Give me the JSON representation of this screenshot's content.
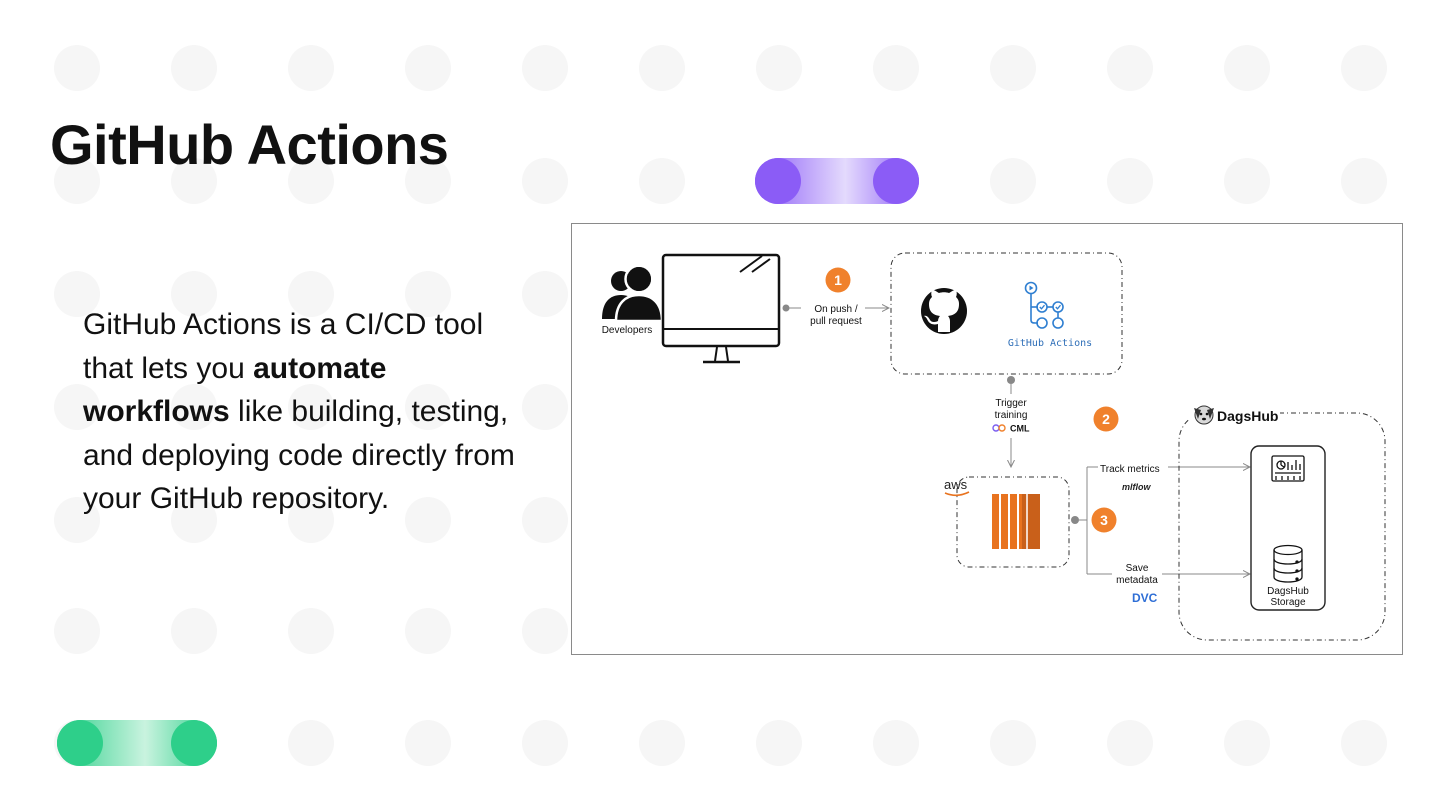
{
  "slide": {
    "title": "GitHub Actions",
    "body": {
      "part1": "GitHub Actions is a CI/CD tool that lets you ",
      "bold1": "automate workflows",
      "part2": " like building, testing, and deploying code directly from your GitHub repository."
    }
  },
  "diagram": {
    "developers_label": "Developers",
    "step1_number": "1",
    "step1_line1": "On push /",
    "step1_line2": "pull request",
    "github_actions_label": "GitHub Actions",
    "trigger_line1": "Trigger",
    "trigger_line2": "training",
    "cml_label": "CML",
    "step2_number": "2",
    "step3_number": "3",
    "aws_label": "aws",
    "track_metrics_label": "Track metrics",
    "mlflow_label": "mlflow",
    "save_line1": "Save",
    "save_line2": "metadata",
    "dvc_label": "DVC",
    "dagshub_label": "DagsHub",
    "storage_line1": "DagsHub",
    "storage_line2": "Storage"
  },
  "colors": {
    "accent_purple": "#8b5cf6",
    "accent_green": "#2ecf8a",
    "step_orange": "#f0812c",
    "aws_orange": "#e8731f",
    "github_actions_blue": "#2f7fd1",
    "dvc_blue": "#2e6ed6",
    "dvc_orange": "#e86a34"
  }
}
